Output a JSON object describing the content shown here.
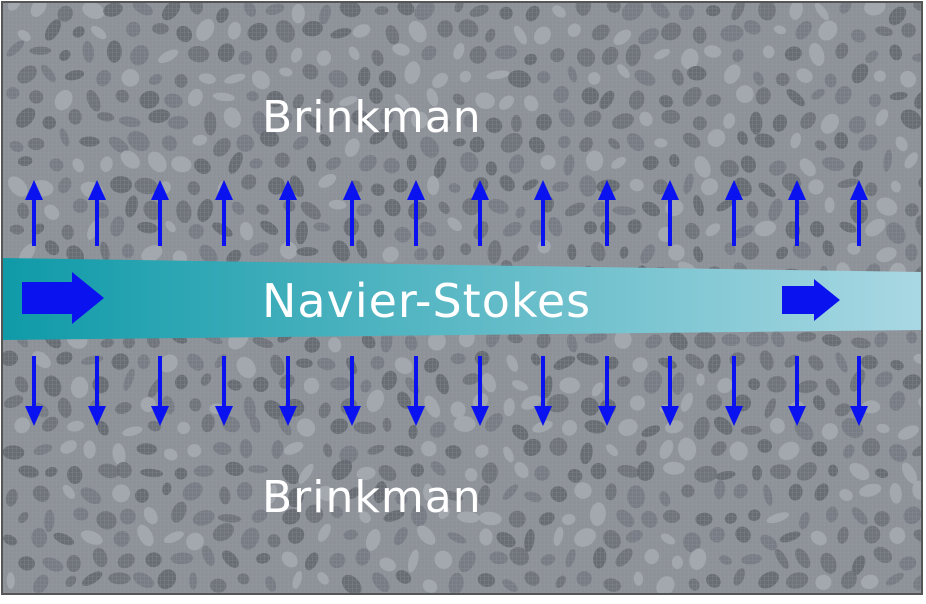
{
  "diagram": {
    "labels": {
      "top_region": "Brinkman",
      "channel": "Navier-Stokes",
      "bottom_region": "Brinkman"
    },
    "colors": {
      "porous_base": "#8d9198",
      "porous_stone": "#6b6f76",
      "porous_stone_light": "#a7abb1",
      "channel_start": "#0f9aa8",
      "channel_end": "#a9d8e3",
      "arrow": "#0a12f0",
      "border": "#555555",
      "text": "#ffffff"
    },
    "icons": [
      "arrow-up-icon",
      "arrow-down-icon",
      "arrow-right-icon"
    ]
  }
}
